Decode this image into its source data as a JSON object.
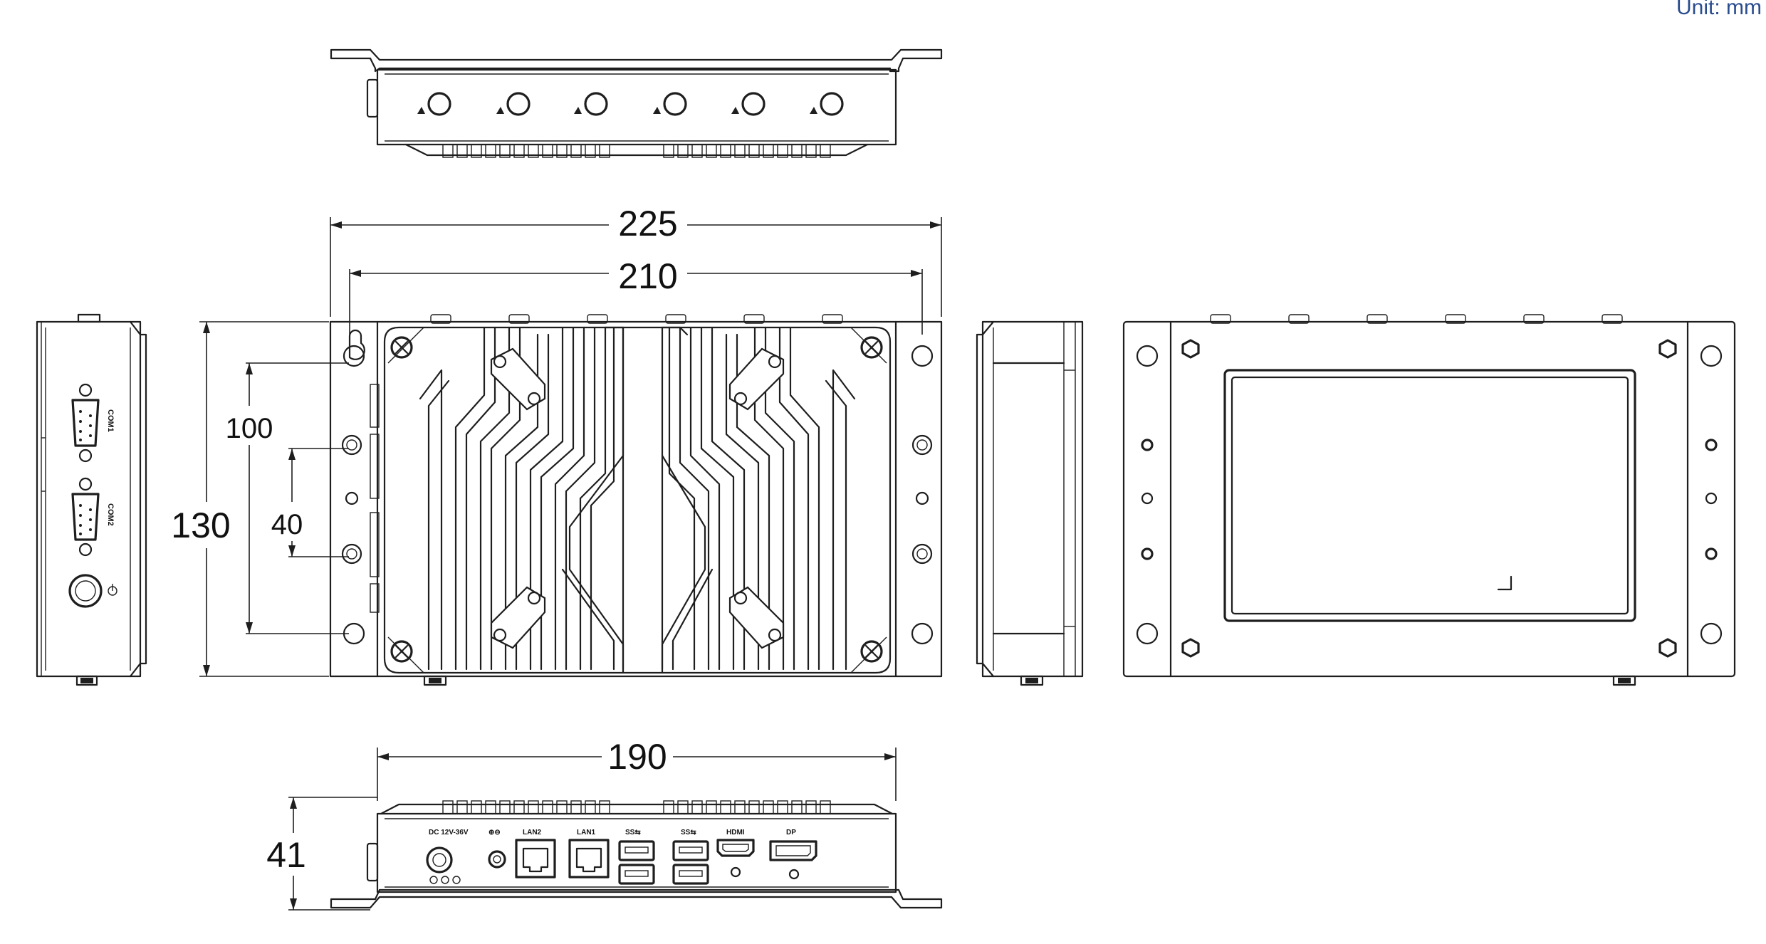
{
  "unit_label": "Unit: mm",
  "dimensions": {
    "width_outer": "225",
    "width_holes": "210",
    "height_outer": "130",
    "hole_spacing_outer": "100",
    "hole_spacing_inner": "40",
    "bottom_width": "190",
    "bottom_height": "41"
  },
  "side_ports": {
    "com1": "COM1",
    "com2": "COM2"
  },
  "io_ports": {
    "dc": "DC 12V-36V",
    "lan2": "LAN2",
    "lan1": "LAN1",
    "usb_a": "SS⇆",
    "usb_b": "SS⇆",
    "hdmi": "HDMI",
    "dp": "DP"
  }
}
